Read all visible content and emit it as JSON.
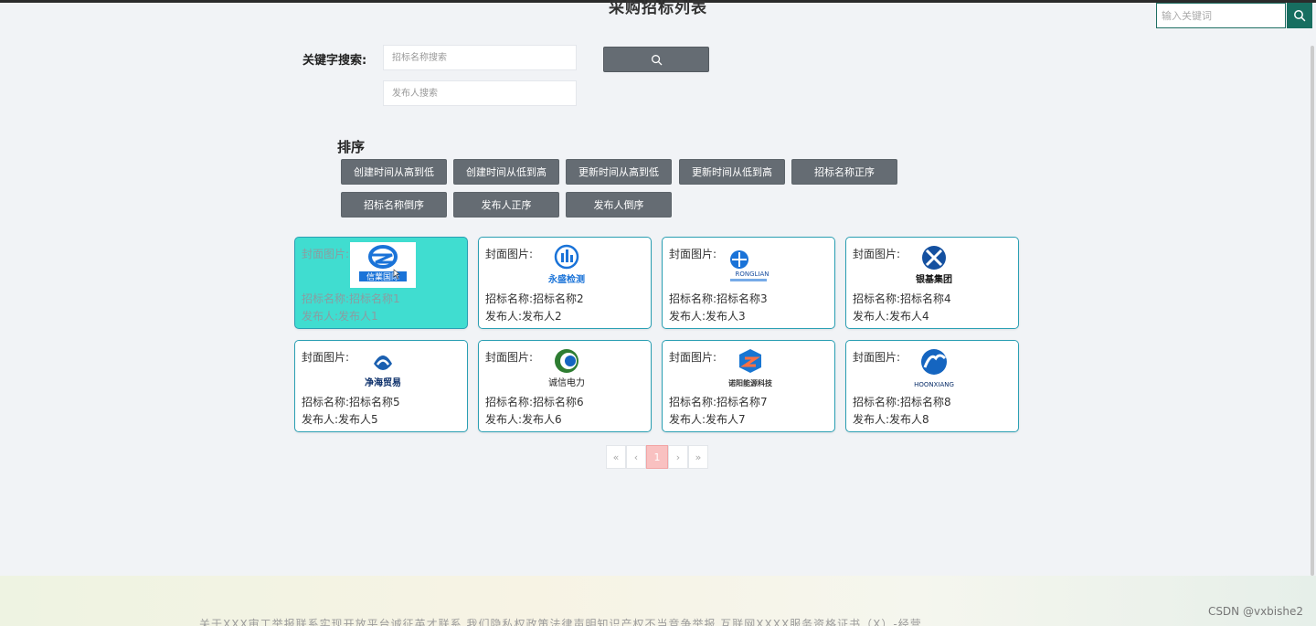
{
  "header": {
    "title": "采购招标列表",
    "top_search_placeholder": "输入关键词"
  },
  "search": {
    "label": "关键字搜索:",
    "name_placeholder": "招标名称搜索",
    "publisher_placeholder": "发布人搜索"
  },
  "sort": {
    "title": "排序",
    "buttons": [
      "创建时间从高到低",
      "创建时间从低到高",
      "更新时间从高到低",
      "更新时间从低到高",
      "招标名称正序",
      "招标名称倒序",
      "发布人正序",
      "发布人倒序"
    ]
  },
  "cards": [
    {
      "cover_label": "封面图片:",
      "logo": "xinye-logo",
      "name": "招标名称:招标名称1",
      "publisher": "发布人:发布人1",
      "logo_text": "信業国际"
    },
    {
      "cover_label": "封面图片:",
      "logo": "yongsheng-logo",
      "name": "招标名称:招标名称2",
      "publisher": "发布人:发布人2",
      "logo_text": "永盛检测"
    },
    {
      "cover_label": "封面图片:",
      "logo": "ronglian-logo",
      "name": "招标名称:招标名称3",
      "publisher": "发布人:发布人3",
      "logo_text": "RONGLIAN"
    },
    {
      "cover_label": "封面图片:",
      "logo": "yinji-logo",
      "name": "招标名称:招标名称4",
      "publisher": "发布人:发布人4",
      "logo_text": "银基集团"
    },
    {
      "cover_label": "封面图片:",
      "logo": "jinghai-logo",
      "name": "招标名称:招标名称5",
      "publisher": "发布人:发布人5",
      "logo_text": "净海贸易"
    },
    {
      "cover_label": "封面图片:",
      "logo": "chengxin-logo",
      "name": "招标名称:招标名称6",
      "publisher": "发布人:发布人6",
      "logo_text": "诚信电力"
    },
    {
      "cover_label": "封面图片:",
      "logo": "energy-logo",
      "name": "招标名称:招标名称7",
      "publisher": "发布人:发布人7",
      "logo_text": "诺阳能源科技"
    },
    {
      "cover_label": "封面图片:",
      "logo": "hoonxiang-logo",
      "name": "招标名称:招标名称8",
      "publisher": "发布人:发布人8",
      "logo_text": "HOONXIANG"
    }
  ],
  "pagination": {
    "first": "«",
    "prev": "‹",
    "current": "1",
    "next": "›",
    "last": "»"
  },
  "footer": {
    "text": "关于XXX审工举报联系实现开放平台诚征英才联系 我们隐私权政策法律声明知识产权不当竞争举报 互联网XXXX服务资格证书（X）-经营"
  },
  "watermark": "CSDN @vxbishe2",
  "colors": {
    "active_card": "#40ddd0",
    "button_gray": "#656c73",
    "search_button": "#176e60",
    "card_border": "#2a9fb3",
    "pager_current": "#f9c1c1"
  }
}
